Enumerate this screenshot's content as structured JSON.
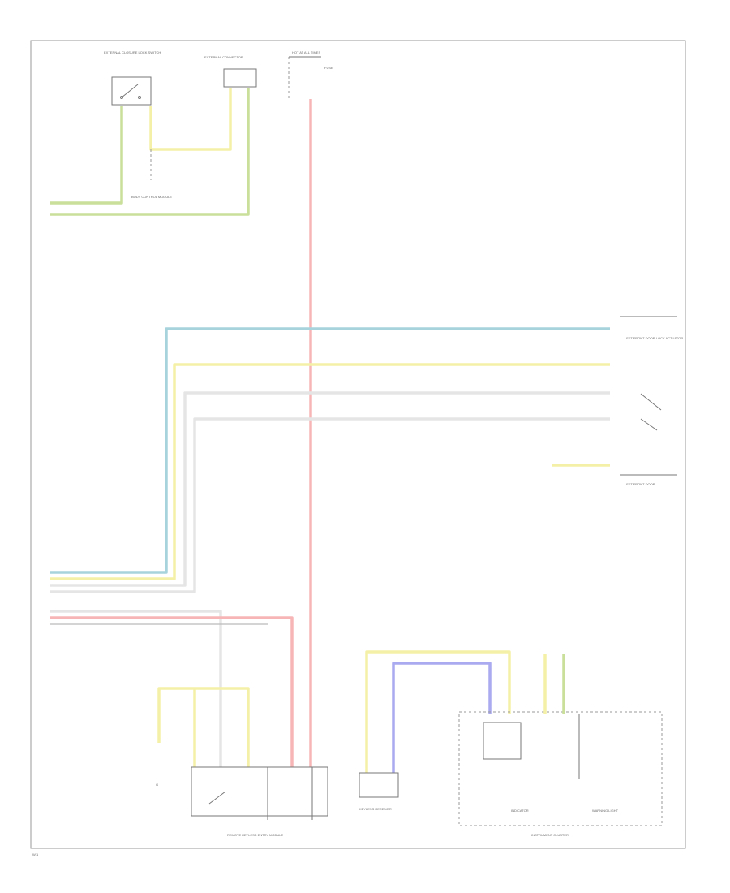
{
  "colors": {
    "green": "#c9df9a",
    "yellow": "#f5f0a8",
    "red": "#f7b5b5",
    "blue": "#a7d3dc",
    "white": "#e5e5e5",
    "violet": "#aaaaf0",
    "frame": "#999999"
  },
  "labels": {
    "top_switch_left": "EXTERNAL CLOSURE LOCK SWITCH",
    "top_connector_center": "EXTERNAL CONNECTOR",
    "top_power": "HOT AT ALL TIMES",
    "top_fuse": "FUSE",
    "left_connector": "BODY CONTROL MODULE",
    "right_header": "LEFT FRONT DOOR LOCK ACTUATOR",
    "right_bottom": "LEFT FRONT DOOR",
    "left_bottom_ground": "G",
    "bottom_module": "REMOTE KEYLESS ENTRY MODULE",
    "bottom_receiver": "KEYLESS RECEIVER",
    "bottom_cluster": "INSTRUMENT CLUSTER",
    "cluster_item1": "INDICATOR",
    "cluster_item2": "WARNING LIGHT",
    "footer_code": "W-1"
  },
  "icons": [
    "switch-icon",
    "ground-icon",
    "connector-icon",
    "fuse-icon"
  ]
}
